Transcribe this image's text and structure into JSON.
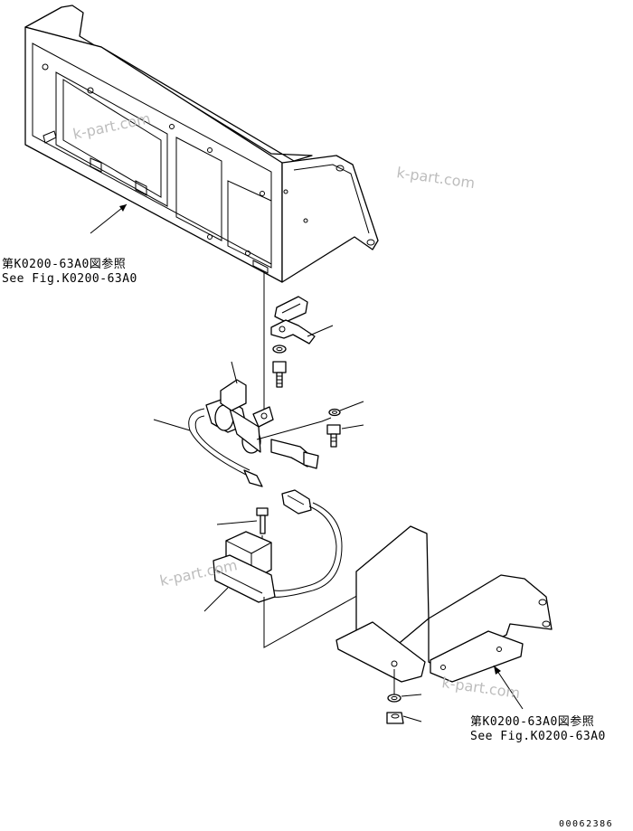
{
  "references": [
    {
      "line1": "第K0200-63A0図参照",
      "line2": "See Fig.K0200-63A0"
    },
    {
      "line1": "第K0200-63A0図参照",
      "line2": "See Fig.K0200-63A0"
    }
  ],
  "watermarks": [
    "k-part.com",
    "k-part.com",
    "k-part.com",
    "k-part.com"
  ],
  "drawing_code": "00062386",
  "colors": {
    "line": "#000000",
    "watermark": "#bdbdbd",
    "background": "#ffffff"
  }
}
